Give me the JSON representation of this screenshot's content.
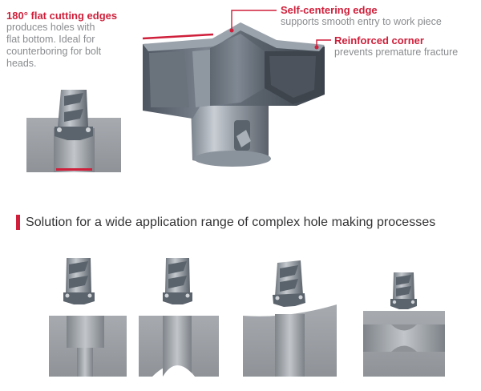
{
  "callouts": {
    "flat_edges": {
      "title": "180° flat cutting edges",
      "desc": "produces holes with\nflat bottom. Ideal for\ncounterboring for bolt\nheads."
    },
    "self_centering": {
      "title": "Self-centering edge",
      "desc": "supports smooth entry to work piece"
    },
    "reinforced_corner": {
      "title": "Reinforced corner",
      "desc": "prevents premature fracture"
    }
  },
  "section": {
    "heading": "Solution for a wide application range of complex hole making processes"
  },
  "colors": {
    "accent": "#cf1f3a",
    "text_gray": "#8a8c8f",
    "heading": "#333335"
  }
}
